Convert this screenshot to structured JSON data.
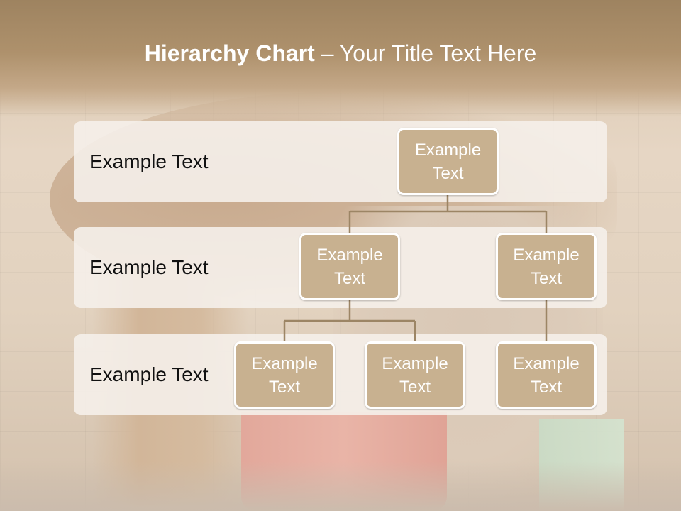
{
  "title": {
    "bold": "Hierarchy Chart",
    "rest": " – Your Title Text Here"
  },
  "rows": [
    {
      "label": "Example Text"
    },
    {
      "label": "Example Text"
    },
    {
      "label": "Example Text"
    }
  ],
  "nodes": {
    "root": "Example Text",
    "level2_left": "Example Text",
    "level2_right": "Example Text",
    "level3_a": "Example Text",
    "level3_b": "Example Text",
    "level3_c": "Example Text"
  },
  "colors": {
    "node_fill": "#c8b190",
    "connector": "#9c8565",
    "title_band": "#a88c67"
  }
}
